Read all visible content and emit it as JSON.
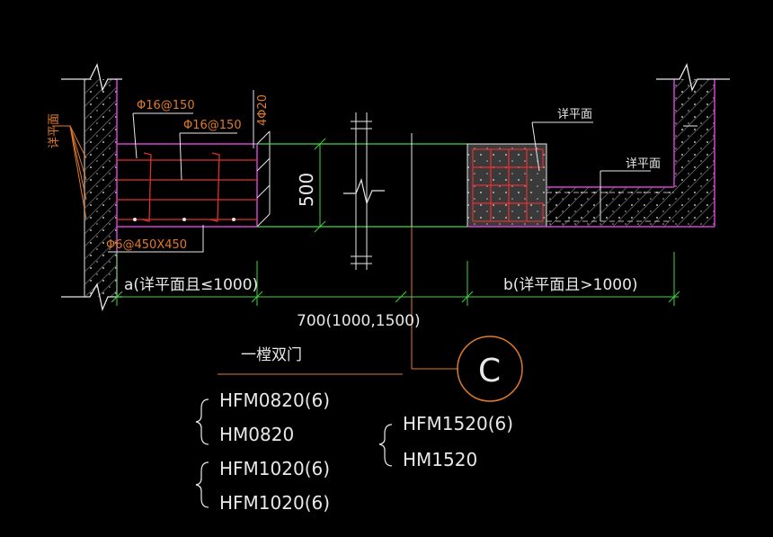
{
  "labels": {
    "rebar_main": "Φ16@150",
    "rebar_secondary": "Φ16@150",
    "rebar_top": "4Φ20",
    "rebar_stirrup": "Φ6@450X450",
    "height_dim": "500",
    "detail_ref_left": "详平面",
    "detail_ref_right_top": "详平面",
    "detail_ref_right_mid": "详平面",
    "dim_a": "a(详平面且≤1000)",
    "dim_b": "b(详平面且>1000)",
    "width_dim": "700(1000,1500)",
    "door_type": "一樘双门",
    "callout_letter": "C"
  },
  "door_codes": {
    "group1": [
      "HFM0820(6)",
      "HM0820"
    ],
    "group2": [
      "HFM1020(6)",
      "HFM1020(6)"
    ],
    "group3": [
      "HFM1520(6)",
      "HM1520"
    ]
  },
  "colors": {
    "magenta": "#d63fd6",
    "green": "#3fd63f",
    "red": "#e03030",
    "orange": "#e07a2a",
    "white": "#e8e8e8",
    "gray": "#9a9a9a"
  }
}
